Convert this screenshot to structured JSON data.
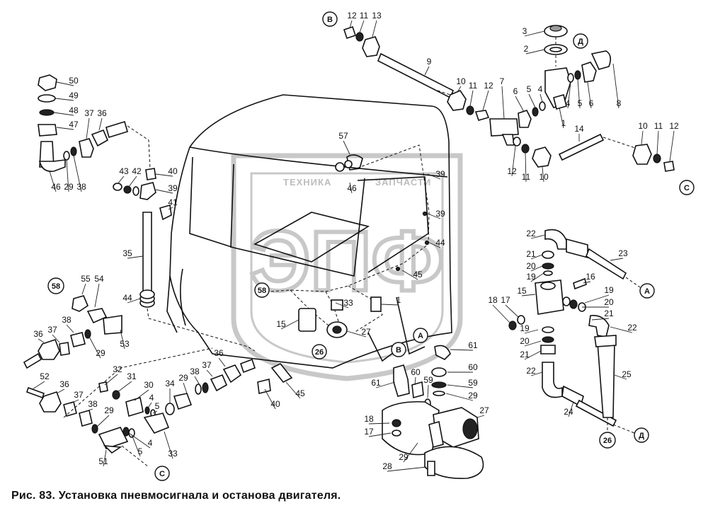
{
  "caption": "Рис. 83. Установка пневмосигнала и останова двигателя.",
  "watermark": {
    "logo_text": "ЭПФ",
    "line1": "ТЕХНИКА",
    "line2": "ЗАПЧАСТИ"
  },
  "part_labels": [
    {
      "id": "p12a",
      "text": "12"
    },
    {
      "id": "p11a",
      "text": "11"
    },
    {
      "id": "p13",
      "text": "13"
    },
    {
      "id": "p9",
      "text": "9"
    },
    {
      "id": "p10a",
      "text": "10"
    },
    {
      "id": "p11b",
      "text": "11"
    },
    {
      "id": "p12b",
      "text": "12"
    },
    {
      "id": "p7",
      "text": "7"
    },
    {
      "id": "p6a",
      "text": "6"
    },
    {
      "id": "p5a",
      "text": "5"
    },
    {
      "id": "p4a",
      "text": "4"
    },
    {
      "id": "p3",
      "text": "3"
    },
    {
      "id": "p2",
      "text": "2"
    },
    {
      "id": "p4b",
      "text": "4"
    },
    {
      "id": "p5b",
      "text": "5"
    },
    {
      "id": "p6b",
      "text": "6"
    },
    {
      "id": "p8",
      "text": "8"
    },
    {
      "id": "p1a",
      "text": "1"
    },
    {
      "id": "p12c",
      "text": "12"
    },
    {
      "id": "p11c",
      "text": "11"
    },
    {
      "id": "p10b",
      "text": "10"
    },
    {
      "id": "p14",
      "text": "14"
    },
    {
      "id": "p10c",
      "text": "10"
    },
    {
      "id": "p11d",
      "text": "11"
    },
    {
      "id": "p12d",
      "text": "12"
    },
    {
      "id": "p50",
      "text": "50"
    },
    {
      "id": "p49",
      "text": "49"
    },
    {
      "id": "p48",
      "text": "48"
    },
    {
      "id": "p47",
      "text": "47"
    },
    {
      "id": "p37a",
      "text": "37"
    },
    {
      "id": "p36a",
      "text": "36"
    },
    {
      "id": "p46a",
      "text": "46"
    },
    {
      "id": "p29a",
      "text": "29"
    },
    {
      "id": "p38a",
      "text": "38"
    },
    {
      "id": "p43",
      "text": "43"
    },
    {
      "id": "p42",
      "text": "42"
    },
    {
      "id": "p40a",
      "text": "40"
    },
    {
      "id": "p39a",
      "text": "39"
    },
    {
      "id": "p41",
      "text": "41"
    },
    {
      "id": "p35",
      "text": "35"
    },
    {
      "id": "p44a",
      "text": "44"
    },
    {
      "id": "p57",
      "text": "57"
    },
    {
      "id": "p46b",
      "text": "46"
    },
    {
      "id": "p39b",
      "text": "39"
    },
    {
      "id": "p39c",
      "text": "39"
    },
    {
      "id": "p44b",
      "text": "44"
    },
    {
      "id": "p45a",
      "text": "45"
    },
    {
      "id": "p55",
      "text": "55"
    },
    {
      "id": "p54",
      "text": "54"
    },
    {
      "id": "p36b",
      "text": "36"
    },
    {
      "id": "p37b",
      "text": "37"
    },
    {
      "id": "p38b",
      "text": "38"
    },
    {
      "id": "p29b",
      "text": "29"
    },
    {
      "id": "p53",
      "text": "53"
    },
    {
      "id": "p52",
      "text": "52"
    },
    {
      "id": "p36c",
      "text": "36"
    },
    {
      "id": "p37c",
      "text": "37"
    },
    {
      "id": "p38c",
      "text": "38"
    },
    {
      "id": "p29c",
      "text": "29"
    },
    {
      "id": "p51",
      "text": "51"
    },
    {
      "id": "p32",
      "text": "32"
    },
    {
      "id": "p31",
      "text": "31"
    },
    {
      "id": "p30",
      "text": "30"
    },
    {
      "id": "p4c",
      "text": "4"
    },
    {
      "id": "p5c",
      "text": "5"
    },
    {
      "id": "p4d",
      "text": "4"
    },
    {
      "id": "p5d",
      "text": "5"
    },
    {
      "id": "p33a",
      "text": "33"
    },
    {
      "id": "p34",
      "text": "34"
    },
    {
      "id": "p29d",
      "text": "29"
    },
    {
      "id": "p38d",
      "text": "38"
    },
    {
      "id": "p37d",
      "text": "37"
    },
    {
      "id": "p36d",
      "text": "36"
    },
    {
      "id": "p40b",
      "text": "40"
    },
    {
      "id": "p45b",
      "text": "45"
    },
    {
      "id": "p15a",
      "text": "15"
    },
    {
      "id": "p33b",
      "text": "33"
    },
    {
      "id": "p1b",
      "text": "1"
    },
    {
      "id": "p27a",
      "text": "27"
    },
    {
      "id": "p61a",
      "text": "61"
    },
    {
      "id": "p60a",
      "text": "60"
    },
    {
      "id": "p59a",
      "text": "59"
    },
    {
      "id": "p29e",
      "text": "29"
    },
    {
      "id": "p61b",
      "text": "61"
    },
    {
      "id": "p60b",
      "text": "60"
    },
    {
      "id": "p59b",
      "text": "59"
    },
    {
      "id": "p27b",
      "text": "27"
    },
    {
      "id": "p18a",
      "text": "18"
    },
    {
      "id": "p17a",
      "text": "17"
    },
    {
      "id": "p29f",
      "text": "29"
    },
    {
      "id": "p28",
      "text": "28"
    },
    {
      "id": "p22a",
      "text": "22"
    },
    {
      "id": "p23",
      "text": "23"
    },
    {
      "id": "p21a",
      "text": "21"
    },
    {
      "id": "p20a",
      "text": "20"
    },
    {
      "id": "p19a",
      "text": "19"
    },
    {
      "id": "p16",
      "text": "16"
    },
    {
      "id": "p15b",
      "text": "15"
    },
    {
      "id": "p19b",
      "text": "19"
    },
    {
      "id": "p20b",
      "text": "20"
    },
    {
      "id": "p21b",
      "text": "21"
    },
    {
      "id": "p18b",
      "text": "18"
    },
    {
      "id": "p17b",
      "text": "17"
    },
    {
      "id": "p19c",
      "text": "19"
    },
    {
      "id": "p22b",
      "text": "22"
    },
    {
      "id": "p20c",
      "text": "20"
    },
    {
      "id": "p21c",
      "text": "21"
    },
    {
      "id": "p22c",
      "text": "22"
    },
    {
      "id": "p25",
      "text": "25"
    },
    {
      "id": "p24",
      "text": "24"
    }
  ],
  "circle_tags": [
    {
      "id": "cB1",
      "text": "В"
    },
    {
      "id": "cD1",
      "text": "Д"
    },
    {
      "id": "cC1",
      "text": "С"
    },
    {
      "id": "c58a",
      "text": "58"
    },
    {
      "id": "c58b",
      "text": "58"
    },
    {
      "id": "c26a",
      "text": "26"
    },
    {
      "id": "cA1",
      "text": "А"
    },
    {
      "id": "cB2",
      "text": "В"
    },
    {
      "id": "cC2",
      "text": "С"
    },
    {
      "id": "cA2",
      "text": "А"
    },
    {
      "id": "c26b",
      "text": "26"
    },
    {
      "id": "cD2",
      "text": "Д"
    }
  ]
}
